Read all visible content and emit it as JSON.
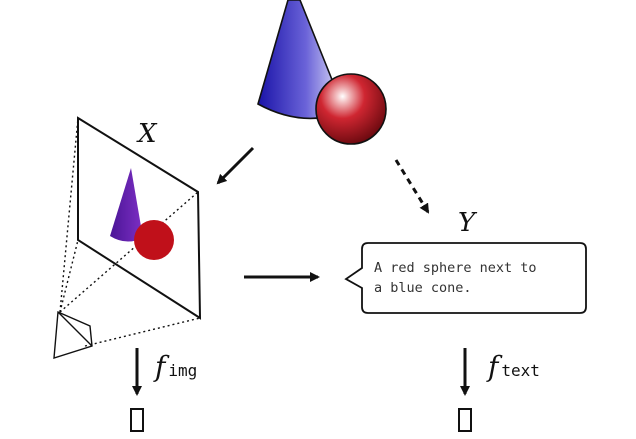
{
  "diagram": {
    "image_label": "X",
    "text_label": "Y",
    "image_encoder": {
      "symbol": "f",
      "subscript": "img"
    },
    "text_encoder": {
      "symbol": "f",
      "subscript": "text"
    },
    "caption_lines": [
      "A red sphere next to",
      "a blue cone."
    ],
    "colors": {
      "cone_blue": "#2a1fb5",
      "sphere_red": "#c0141e",
      "projected_cone_purple": "#5a1aa6",
      "projected_sphere_red": "#c0101a",
      "stroke": "#111111"
    },
    "icons": [
      "cone-icon",
      "sphere-icon",
      "camera-icon",
      "speech-bubble-icon"
    ]
  }
}
